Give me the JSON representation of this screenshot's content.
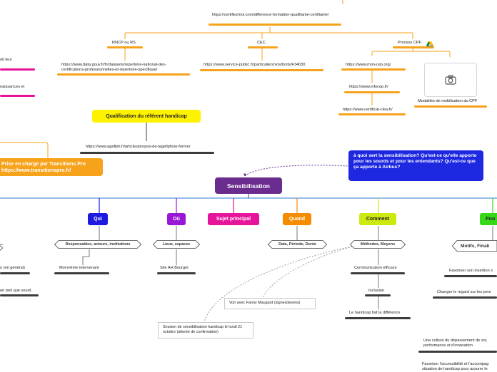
{
  "top": {
    "url_certif": "https://certifiezmoi.com/difference-formation-qualifiante-certifiante/",
    "rncp_label": "RNCP ou RS",
    "rncp_url": "https://www.data.gouv.fr/fr/datasets/repertoire-national-des-certifications-professionnelles-et-repertoire-specifique/",
    "cec_label": "CEC",
    "cec_url": "https://www.service-public.fr/particuliers/vosdroits/F34030",
    "cpf_label": "Process CPF",
    "cpf_urls": [
      "https://www.mon-cep.org/",
      "https://www.infocep.fr/",
      "https://www.certificat-clea.fr/"
    ],
    "cpf_image_caption": "Modalités de mobilisation du CPF",
    "left_partial_1": "oit leur",
    "left_partial_2": "naissances et"
  },
  "handicap": {
    "label": "Qualification du référent handicap",
    "url": "https://www.agefiph.fr/articles/propos-de-lagefiph/se-former"
  },
  "transitions": {
    "line1": "Prise en charge par Transitions Pro",
    "line2": "https://www.transitionspro.fr/"
  },
  "question": {
    "text": "à quoi sert la sensibilisation? Qu'est-ce qu'elle apporte pour les sourds et pour les entendants? Qu'est-ce que ça apporte à Airbus?"
  },
  "central": {
    "label": "Sensibilisation"
  },
  "branches": {
    "qui": {
      "label": "Qui",
      "sub": "Responsables, acteurs, institutions",
      "items": [
        "Moi-même intervenant"
      ]
    },
    "ou": {
      "label": "Où",
      "sub": "Lieux, espaces",
      "items": [
        "Site AH Bourget"
      ]
    },
    "sujet": {
      "label": "Sujet principal"
    },
    "quand": {
      "label": "Quand",
      "sub": "Date, Période, Durée"
    },
    "comment": {
      "label": "Comment",
      "sub": "Méthodes, Moyens",
      "items": [
        "Communication efficace",
        "Inclusion",
        "Le handicap fait la différence"
      ]
    },
    "pour": {
      "label": "Pou",
      "sub": "Motifs, Finali",
      "items": [
        "Favoriser son insertion s",
        "Changer le regard sur les pers",
        "Une culture du dépassement de soi, performance et d'innovation",
        "Favoriser l'accessibilité et l'accompag situation de handicap pour assurer le"
      ]
    }
  },
  "left_items": [
    "o (en général)",
    "en tant que sourd"
  ],
  "notes": {
    "fanny": "Voir avec Fanny Maugard (signesdesens)",
    "session": "Session de sensibilisation handicap le lundi 21 octobre (attente de confirmation)"
  },
  "colors": {
    "orange": "#f7a21b",
    "magenta": "#e6139b",
    "dark": "#3c3c3c",
    "purple": "#6a2c8e",
    "blue": "#1d28e0",
    "qui": "#1f1ae0",
    "ou": "#9b17d8",
    "sujet": "#e6139b",
    "quand": "#f58c00",
    "comment": "#cdea10",
    "pour": "#37d817",
    "yellow": "#fff200"
  }
}
